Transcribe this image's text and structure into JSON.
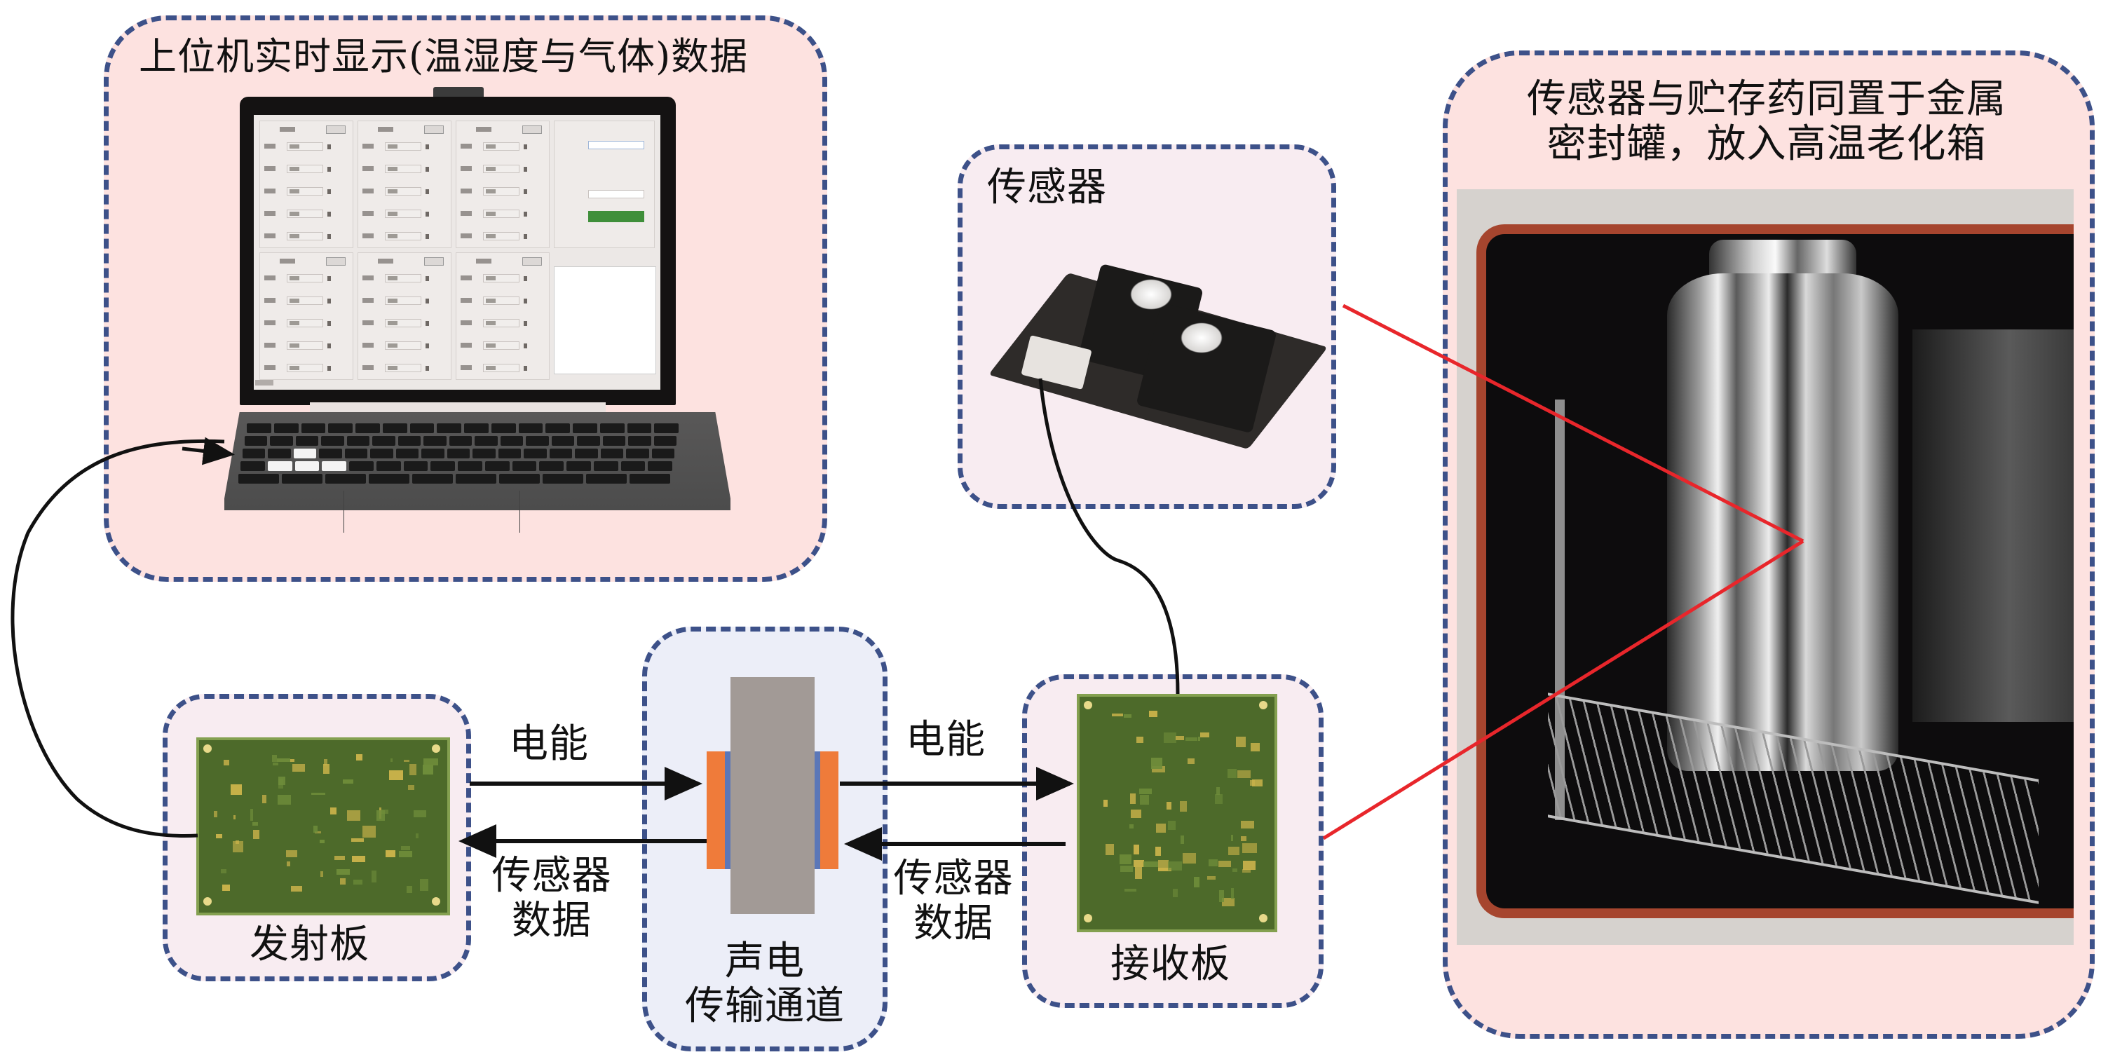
{
  "panels": {
    "host": {
      "title": "上位机实时显示(温湿度与气体)数据"
    },
    "sensor": {
      "title": "传感器"
    },
    "storage": {
      "title_line1": "传感器与贮存药同置于金属",
      "title_line2": "密封罐，放入高温老化箱"
    },
    "transmitter": {
      "title": "发射板"
    },
    "channel": {
      "title_line1": "声电",
      "title_line2": "传输通道"
    },
    "receiver": {
      "title": "接收板"
    }
  },
  "arrows": {
    "left_power": "电能",
    "left_data_line1": "传感器",
    "left_data_line2": "数据",
    "right_power": "电能",
    "right_data_line1": "传感器",
    "right_data_line2": "数据"
  },
  "colors": {
    "panel_border": "#3d5189",
    "panel_pink": "#fde2e0",
    "panel_lavender": "#f8ecf1",
    "panel_blue": "#eceef8",
    "pointer_line": "#e8262b",
    "transducer_core": "#a29a96",
    "piezo_orange": "#ef7b3a",
    "electrode_blue": "#5b77b8",
    "pcb_green": "#4d6a2a",
    "software_start_button": "#3f8f3a"
  },
  "software": {
    "node_groups": 6,
    "rows_per_group": 5,
    "side_panel": {
      "has_input": true,
      "has_start_button": true,
      "has_log_box": true
    }
  }
}
